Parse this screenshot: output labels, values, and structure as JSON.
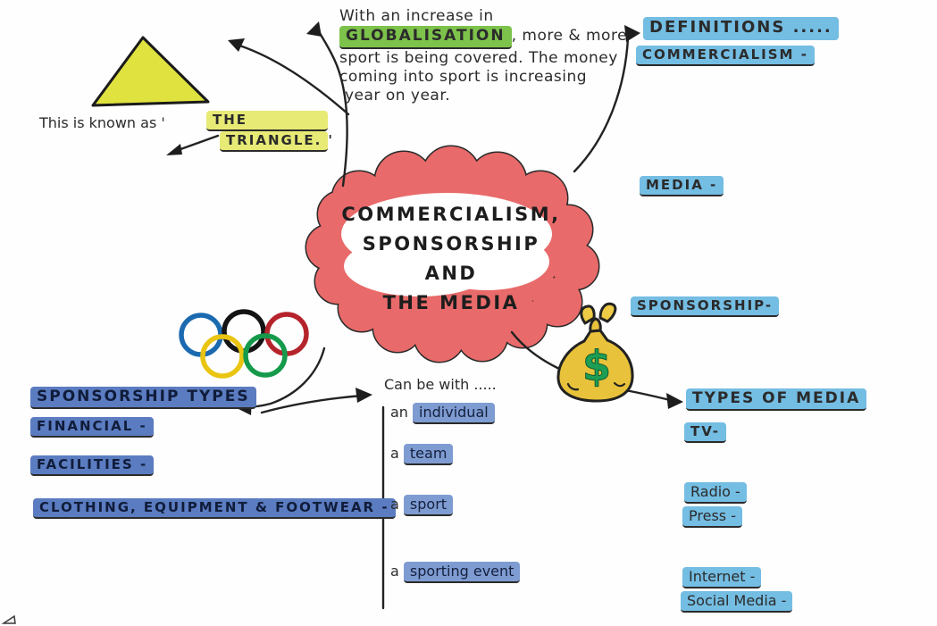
{
  "center": {
    "title_lines": [
      "COMMERCIALISM,",
      "SPONSORSHIP AND",
      "THE MEDIA"
    ]
  },
  "triangle_note": {
    "text": "This is known as",
    "open_quote": "'",
    "highlight_line1": "THE",
    "highlight_line2": "TRIANGLE.",
    "close_quote": "'"
  },
  "globalisation_note": {
    "line1": "With an increase in",
    "line2_highlight": "GLOBALISATION",
    "line2_rest": ", more & more",
    "line3": "sport is being covered. The money",
    "line4": "coming into sport is increasing",
    "line5": "year on year."
  },
  "definitions": {
    "heading": "DEFINITIONS .....",
    "items": [
      "COMMERCIALISM -",
      "MEDIA -",
      "SPONSORSHIP-"
    ]
  },
  "sponsorship_types": {
    "heading": "SPONSORSHIP TYPES",
    "items": [
      "FINANCIAL -",
      "FACILITIES -",
      "CLOTHING, EQUIPMENT & FOOTWEAR -"
    ]
  },
  "can_be_with": {
    "heading": "Can be with .....",
    "items": [
      {
        "prefix": "an",
        "term": "individual"
      },
      {
        "prefix": "a",
        "term": "team"
      },
      {
        "prefix": "a",
        "term": "sport"
      },
      {
        "prefix": "a",
        "term": "sporting event"
      }
    ]
  },
  "types_of_media": {
    "heading": "TYPES OF MEDIA",
    "items": [
      "TV-",
      "Radio -",
      "Press -",
      "Internet -",
      "Social Media -"
    ]
  },
  "icons": {
    "triangle": "yellow-triangle",
    "olympic_rings": "olympic-rings",
    "money_bag": "money-bag-dollar",
    "cloud": "red-cloud-bubble",
    "corner_mark": "pen-mark"
  },
  "colors": {
    "cloud_red": "#e96a6a",
    "triangle_yellow": "#e0e33f",
    "highlight_green": "#7dc24b",
    "highlight_yellow": "#e7ea75",
    "highlight_blue_light": "#74bde3",
    "highlight_blue_dark": "#5b7cc0",
    "highlight_blue_medium": "#7e9cd2",
    "ink": "#2b2b2b",
    "ring_blue": "#1b6ab0",
    "ring_black": "#141414",
    "ring_red": "#b5242c",
    "ring_yellow": "#e9c512",
    "ring_green": "#159a4b",
    "bag_gold": "#e8c23a",
    "dollar_green": "#1d9e54"
  }
}
